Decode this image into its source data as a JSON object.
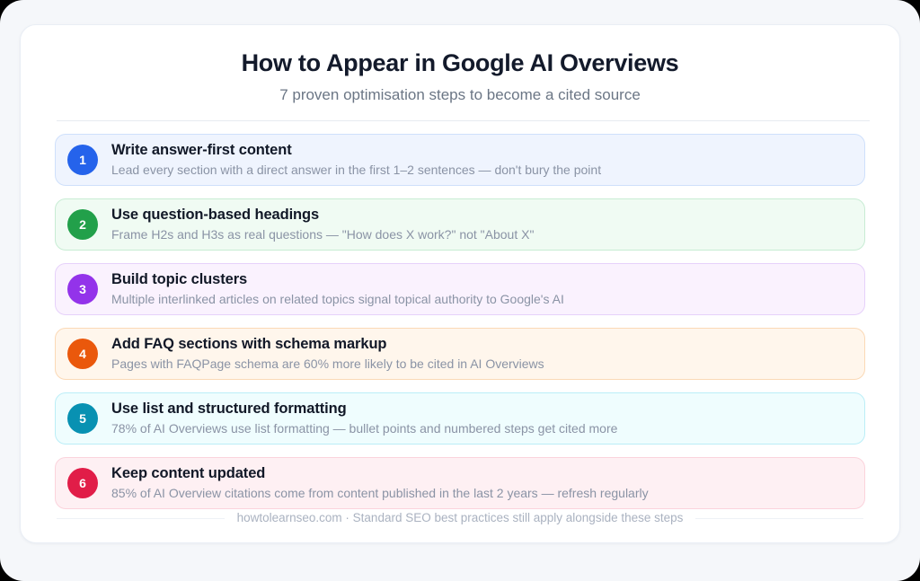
{
  "header": {
    "title": "How to Appear in Google AI Overviews",
    "subtitle": "7 proven optimisation steps to become a cited source"
  },
  "steps": [
    {
      "number": "1",
      "title": "Write answer-first content",
      "description": "Lead every section with a direct answer in the first 1–2 sentences — don't bury the point",
      "badge_color": "#2563eb",
      "background": "#eff4fe",
      "border_color": "#cfe0fb"
    },
    {
      "number": "2",
      "title": "Use question-based headings",
      "description": "Frame H2s and H3s as real questions — \"How does X work?\" not \"About X\"",
      "badge_color": "#22a04a",
      "background": "#f0fbf3",
      "border_color": "#c8ecd4"
    },
    {
      "number": "3",
      "title": "Build topic clusters",
      "description": "Multiple interlinked articles on related topics signal topical authority to Google's AI",
      "badge_color": "#9333ea",
      "background": "#faf2fe",
      "border_color": "#e6d1fa"
    },
    {
      "number": "4",
      "title": "Add FAQ sections with schema markup",
      "description": "Pages with FAQPage schema are 60% more likely to be cited in AI Overviews",
      "badge_color": "#ea580c",
      "background": "#fff6ec",
      "border_color": "#fbd9b6"
    },
    {
      "number": "5",
      "title": "Use list and structured formatting",
      "description": "78% of AI Overviews use list formatting — bullet points and numbered steps get cited more",
      "badge_color": "#0891b2",
      "background": "#effdfe",
      "border_color": "#bbeef7"
    },
    {
      "number": "6",
      "title": "Keep content updated",
      "description": "85% of AI Overview citations come from content published in the last 2 years — refresh regularly",
      "badge_color": "#e11d48",
      "background": "#fef0f3",
      "border_color": "#fbd3dc"
    }
  ],
  "footer": {
    "text": "howtolearnseo.com · Standard SEO best practices still apply alongside these steps"
  },
  "theme": {
    "page_background": "#f5f7fa",
    "panel_background": "#ffffff",
    "title_color": "#131a2b",
    "subtitle_color": "#6b7685",
    "step_title_color": "#111827",
    "step_desc_color": "#8a93a5",
    "footer_color": "#aab2c0",
    "divider_color": "#e7ebf1"
  }
}
